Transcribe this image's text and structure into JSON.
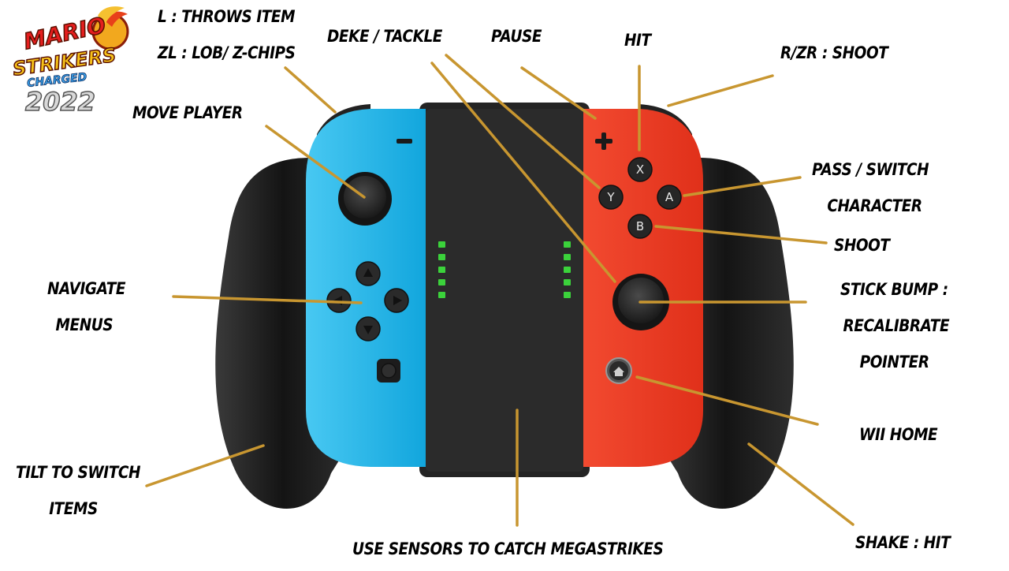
{
  "logo": {
    "line1": "MARIO",
    "line2": "STRIKERS",
    "line3": "CHARGED",
    "year": "2022"
  },
  "labels": {
    "throws_item": "L : THROWS ITEM",
    "lob": "ZL : LOB/ Z-CHIPS",
    "deke": "DEKE / TACKLE",
    "pause": "PAUSE",
    "hit": "HIT",
    "rzr": "R/ZR : SHOOT",
    "move_player": "MOVE PLAYER",
    "pass1": "PASS / SWITCH",
    "pass2": "CHARACTER",
    "shoot": "SHOOT",
    "navigate1": "NAVIGATE",
    "navigate2": "MENUS",
    "stick1": "STICK BUMP :",
    "stick2": "RECALIBRATE",
    "stick3": "POINTER",
    "wii_home": "WII HOME",
    "tilt1": "TILT TO SWITCH",
    "tilt2": "ITEMS",
    "sensors": "USE SENSORS TO CATCH MEGASTRIKES",
    "shake": "SHAKE : HIT"
  },
  "buttons": {
    "x": "X",
    "y": "Y",
    "a": "A",
    "b": "B",
    "plus": "+",
    "minus": "−"
  },
  "colors": {
    "left_joycon": "#1fb6e8",
    "right_joycon": "#f03a22",
    "grip": "#1c1c1c",
    "leader": "#c89630",
    "led": "#3bd23b"
  }
}
